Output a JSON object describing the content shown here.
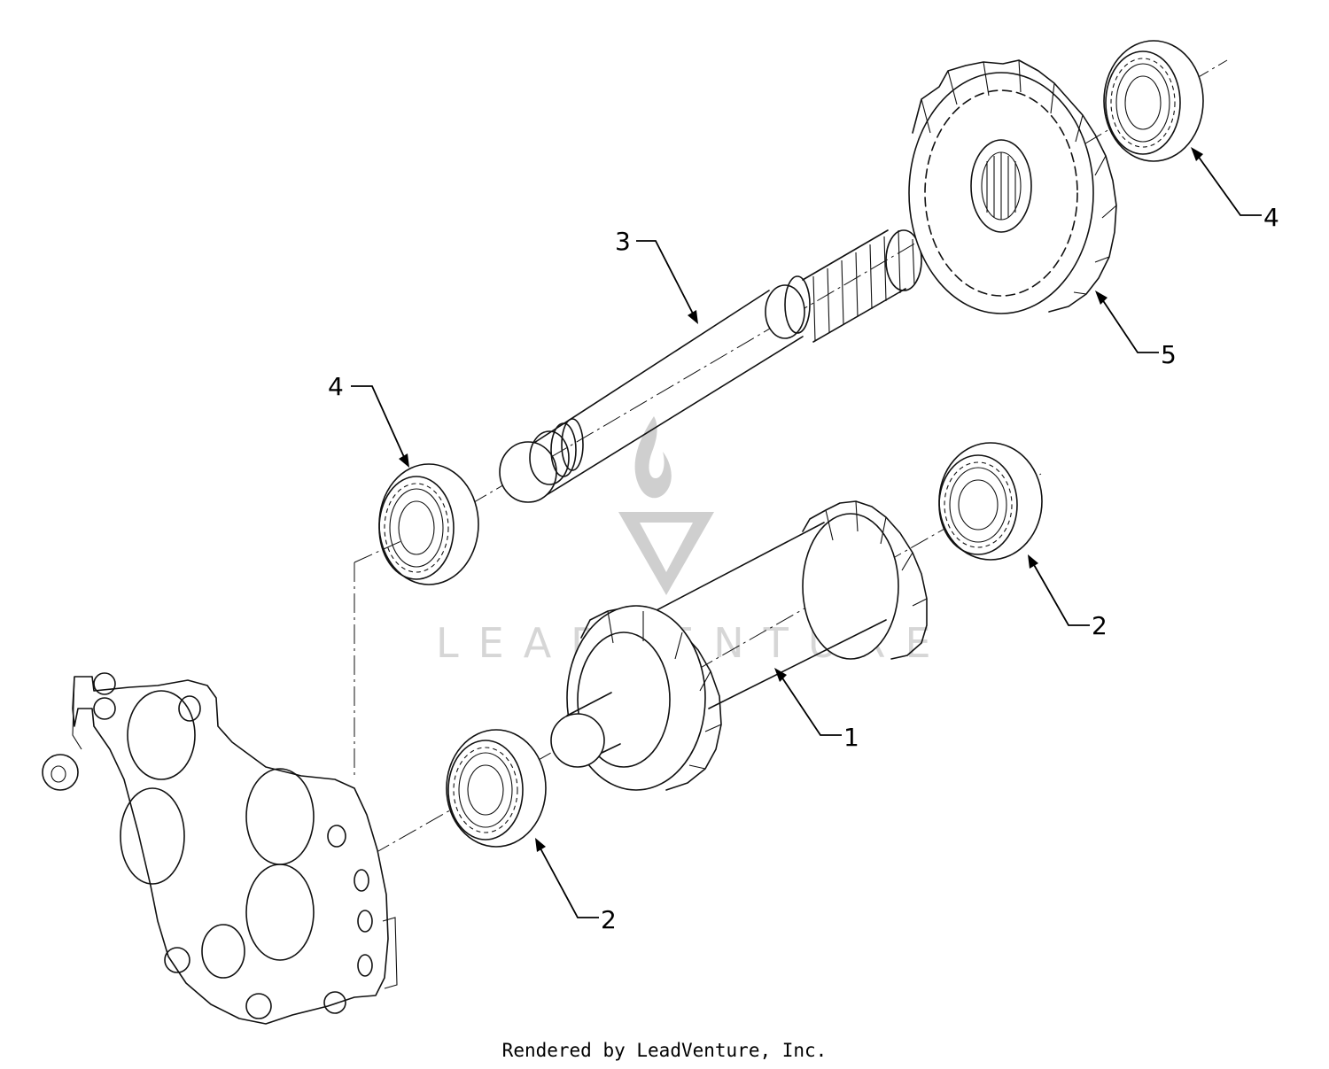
{
  "callouts": [
    {
      "label": "1"
    },
    {
      "label": "2"
    },
    {
      "label": "2"
    },
    {
      "label": "3"
    },
    {
      "label": "4"
    },
    {
      "label": "4"
    },
    {
      "label": "5"
    }
  ],
  "watermark": {
    "text": "LEADVENTURE"
  },
  "footer": {
    "text": "Rendered by LeadVenture, Inc."
  },
  "colors": {
    "line": "#111111",
    "watermark": "#d6d6d6",
    "background": "#ffffff"
  }
}
